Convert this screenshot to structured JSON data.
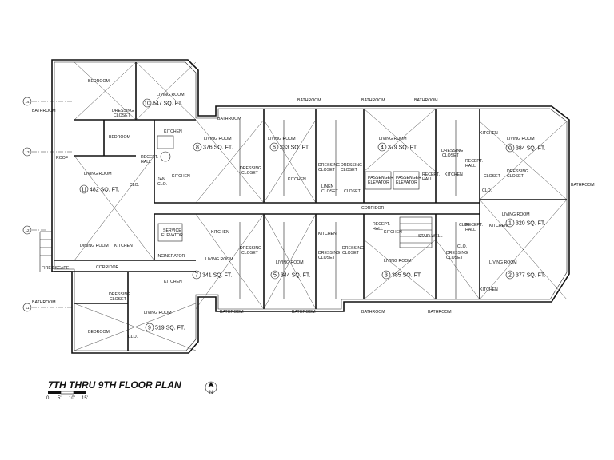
{
  "title": "7TH THRU 9TH FLOOR PLAN",
  "north_label": "N",
  "scale": {
    "labels": [
      "0",
      "5'",
      "10'",
      "15'"
    ]
  },
  "axis_labels": [
    "14",
    "13",
    "12",
    "11"
  ],
  "units": [
    {
      "num": "1",
      "area": "320 SQ. FT."
    },
    {
      "num": "2",
      "area": "377 SQ. FT."
    },
    {
      "num": "3",
      "area": "385 SQ. FT."
    },
    {
      "num": "4",
      "area": "379 SQ. FT."
    },
    {
      "num": "5",
      "area": "344 SQ. FT."
    },
    {
      "num": "6",
      "area": "333 SQ. FT."
    },
    {
      "num": "7",
      "area": "341 SQ. FT."
    },
    {
      "num": "8",
      "area": "376 SQ. FT."
    },
    {
      "num": "9",
      "area": "519 SQ. FT."
    },
    {
      "num": "10",
      "area": "547 SQ. FT."
    },
    {
      "num": "11",
      "area": "482 SQ. FT."
    },
    {
      "num": "0",
      "area": "384 SQ. FT."
    }
  ],
  "rooms": {
    "bedroom": "BEDROOM",
    "bathroom": "BATHROOM",
    "living_room": "LIVING ROOM",
    "dining_room": "DINING ROOM",
    "kitchen": "KITCHEN",
    "dressing": "DRESSING",
    "closet": "CLOSET",
    "clo": "CLO.",
    "corridor": "CORRIDOR",
    "recept": "RECEPT.",
    "hall": "HALL",
    "roof": "ROOF",
    "fire_escape": "FIRE ESCAPE",
    "passenger": "PASSENGER",
    "elevator": "ELEVATOR",
    "service": "SERVICE",
    "stair_well": "STAIR WELL",
    "incinerator": "INCINERATOR",
    "linen": "LINEN",
    "jan": "JAN.",
    "clo_short": "CLO."
  }
}
